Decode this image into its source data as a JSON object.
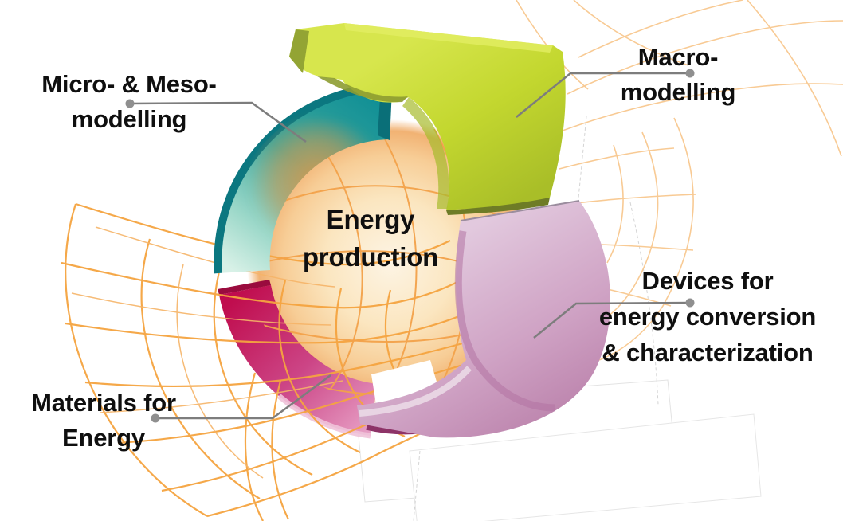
{
  "diagram": {
    "center_label": {
      "line1": "Energy",
      "line2": "production"
    },
    "labels": {
      "micro_meso": {
        "line1": "Micro- & Meso-",
        "line2": "modelling"
      },
      "macro": {
        "line1": "Macro-",
        "line2": "modelling"
      },
      "devices": {
        "line1": "Devices for",
        "line2": "energy conversion",
        "line3": "& characterization"
      },
      "materials": {
        "line1": "Materials for",
        "line2": "Energy"
      }
    },
    "colors": {
      "micro_meso_segment": "#169a9c",
      "materials_segment": "#c2134f",
      "devices_segment": "#cfa2c4",
      "macro_arrow": "#c3d72f",
      "mesh_wireframe": "#f5a440",
      "center_glow": "#f7cd96",
      "label_text": "#0f0f0f",
      "leader_line": "#7d7d7d",
      "leader_dot": "#8f8f8f"
    }
  }
}
